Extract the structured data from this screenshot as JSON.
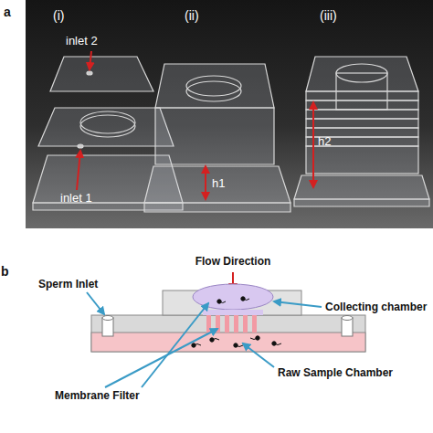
{
  "diagram": {
    "labels": [
      "a",
      "(i)",
      "inlet 2",
      "inlet 1",
      "(ii)",
      "h1",
      "(iii)",
      "h2",
      "b",
      "Flow Direction",
      "Sperm Inlet",
      "Collecting chamber",
      "Raw Sample Chamber",
      "Membrane Filter"
    ]
  }
}
